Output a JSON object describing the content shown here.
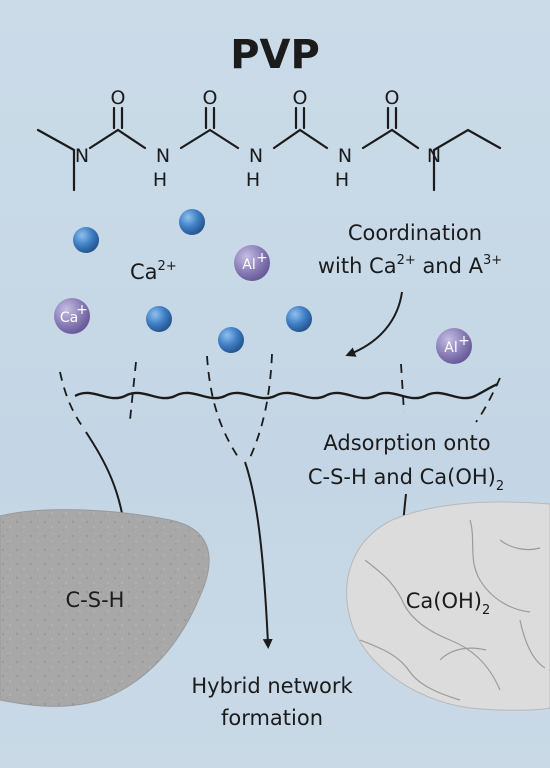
{
  "title": "PVP",
  "molecule": {
    "atoms": {
      "oxygen": "O",
      "nitrogen": "N",
      "hydrogen": "H"
    }
  },
  "labels": {
    "ca_ion": {
      "base": "Ca",
      "charge": "2+"
    },
    "coordination": {
      "line1": "Coordination",
      "line2_prefix": "with Ca",
      "line2_sup1": "2+",
      "line2_mid": " and A",
      "line2_sup2": "3+"
    },
    "adsorption": {
      "line1": "Adsorption onto",
      "line2_prefix": "C-S-H and Ca(OH)",
      "line2_sub": "2"
    },
    "csh": "C-S-H",
    "caoh2": {
      "prefix": "Ca(OH)",
      "sub": "2"
    },
    "hybrid": {
      "line1": "Hybrid network",
      "line2": "formation"
    }
  },
  "ions": {
    "al": "Al",
    "al_charge": "+",
    "ca_purple": "Ca",
    "ca_purple_charge": "+"
  },
  "colors": {
    "background": "#c7d8e6",
    "blue_ion": "#3f7fc4",
    "purple_ion": "#8b7fb8",
    "csh_rock": "#a9a9a9",
    "caoh2_rock": "#dcdcdc",
    "ink": "#1b1b1b"
  }
}
